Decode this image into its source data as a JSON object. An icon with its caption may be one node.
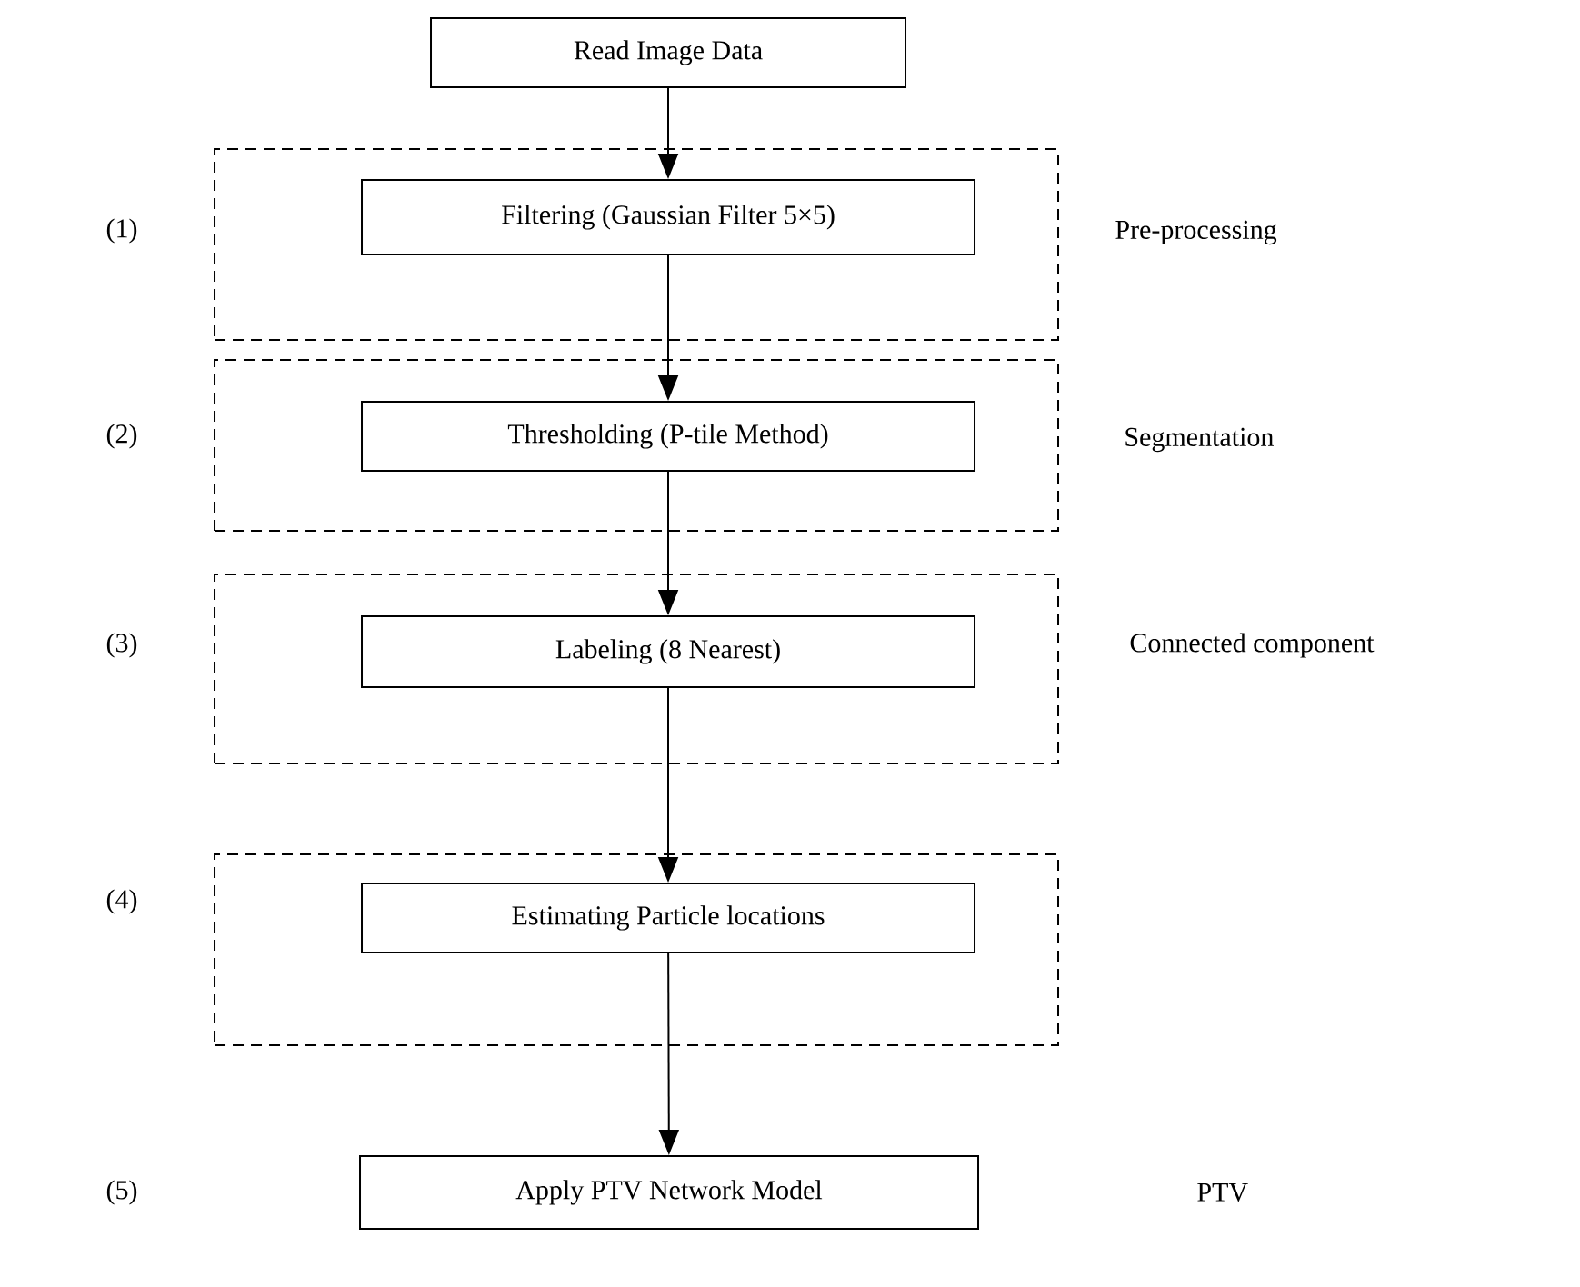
{
  "diagram": {
    "nodes": [
      {
        "text": [
          "Read Image Data"
        ]
      },
      {
        "text": [],
        "shape": "box",
        "beside": [
          "(1)",
          "Pre-processing"
        ]
      },
      {
        "text": [
          "Filtering (Gaussian Filter 5×5)"
        ],
        "in": 1
      },
      {
        "text": [],
        "shape": "box",
        "beside": [
          "(2)",
          "Segmentation"
        ]
      },
      {
        "text": [
          "Thresholding (P-tile Method)"
        ],
        "in": 3
      },
      {
        "text": [],
        "shape": "box",
        "beside": [
          "(3)",
          "Connected component"
        ]
      },
      {
        "text": [
          "Labeling (8 Nearest)"
        ],
        "in": 5
      },
      {
        "text": [],
        "shape": "box",
        "beside": [
          "(4)"
        ]
      },
      {
        "text": [
          "Estimating Particle locations"
        ],
        "in": 7
      },
      {
        "text": [
          "Apply PTV Network Model"
        ]
      }
    ],
    "labels": [
      "(5)",
      "PTV"
    ],
    "edges": [
      {
        "from": 0,
        "to": 2,
        "arrow": "to"
      },
      {
        "from": 2,
        "to": 4,
        "arrow": "to"
      },
      {
        "from": 4,
        "to": 6,
        "arrow": "to"
      },
      {
        "from": 6,
        "to": 8,
        "arrow": "to"
      },
      {
        "from": 8,
        "to": 9,
        "arrow": "to"
      }
    ]
  }
}
